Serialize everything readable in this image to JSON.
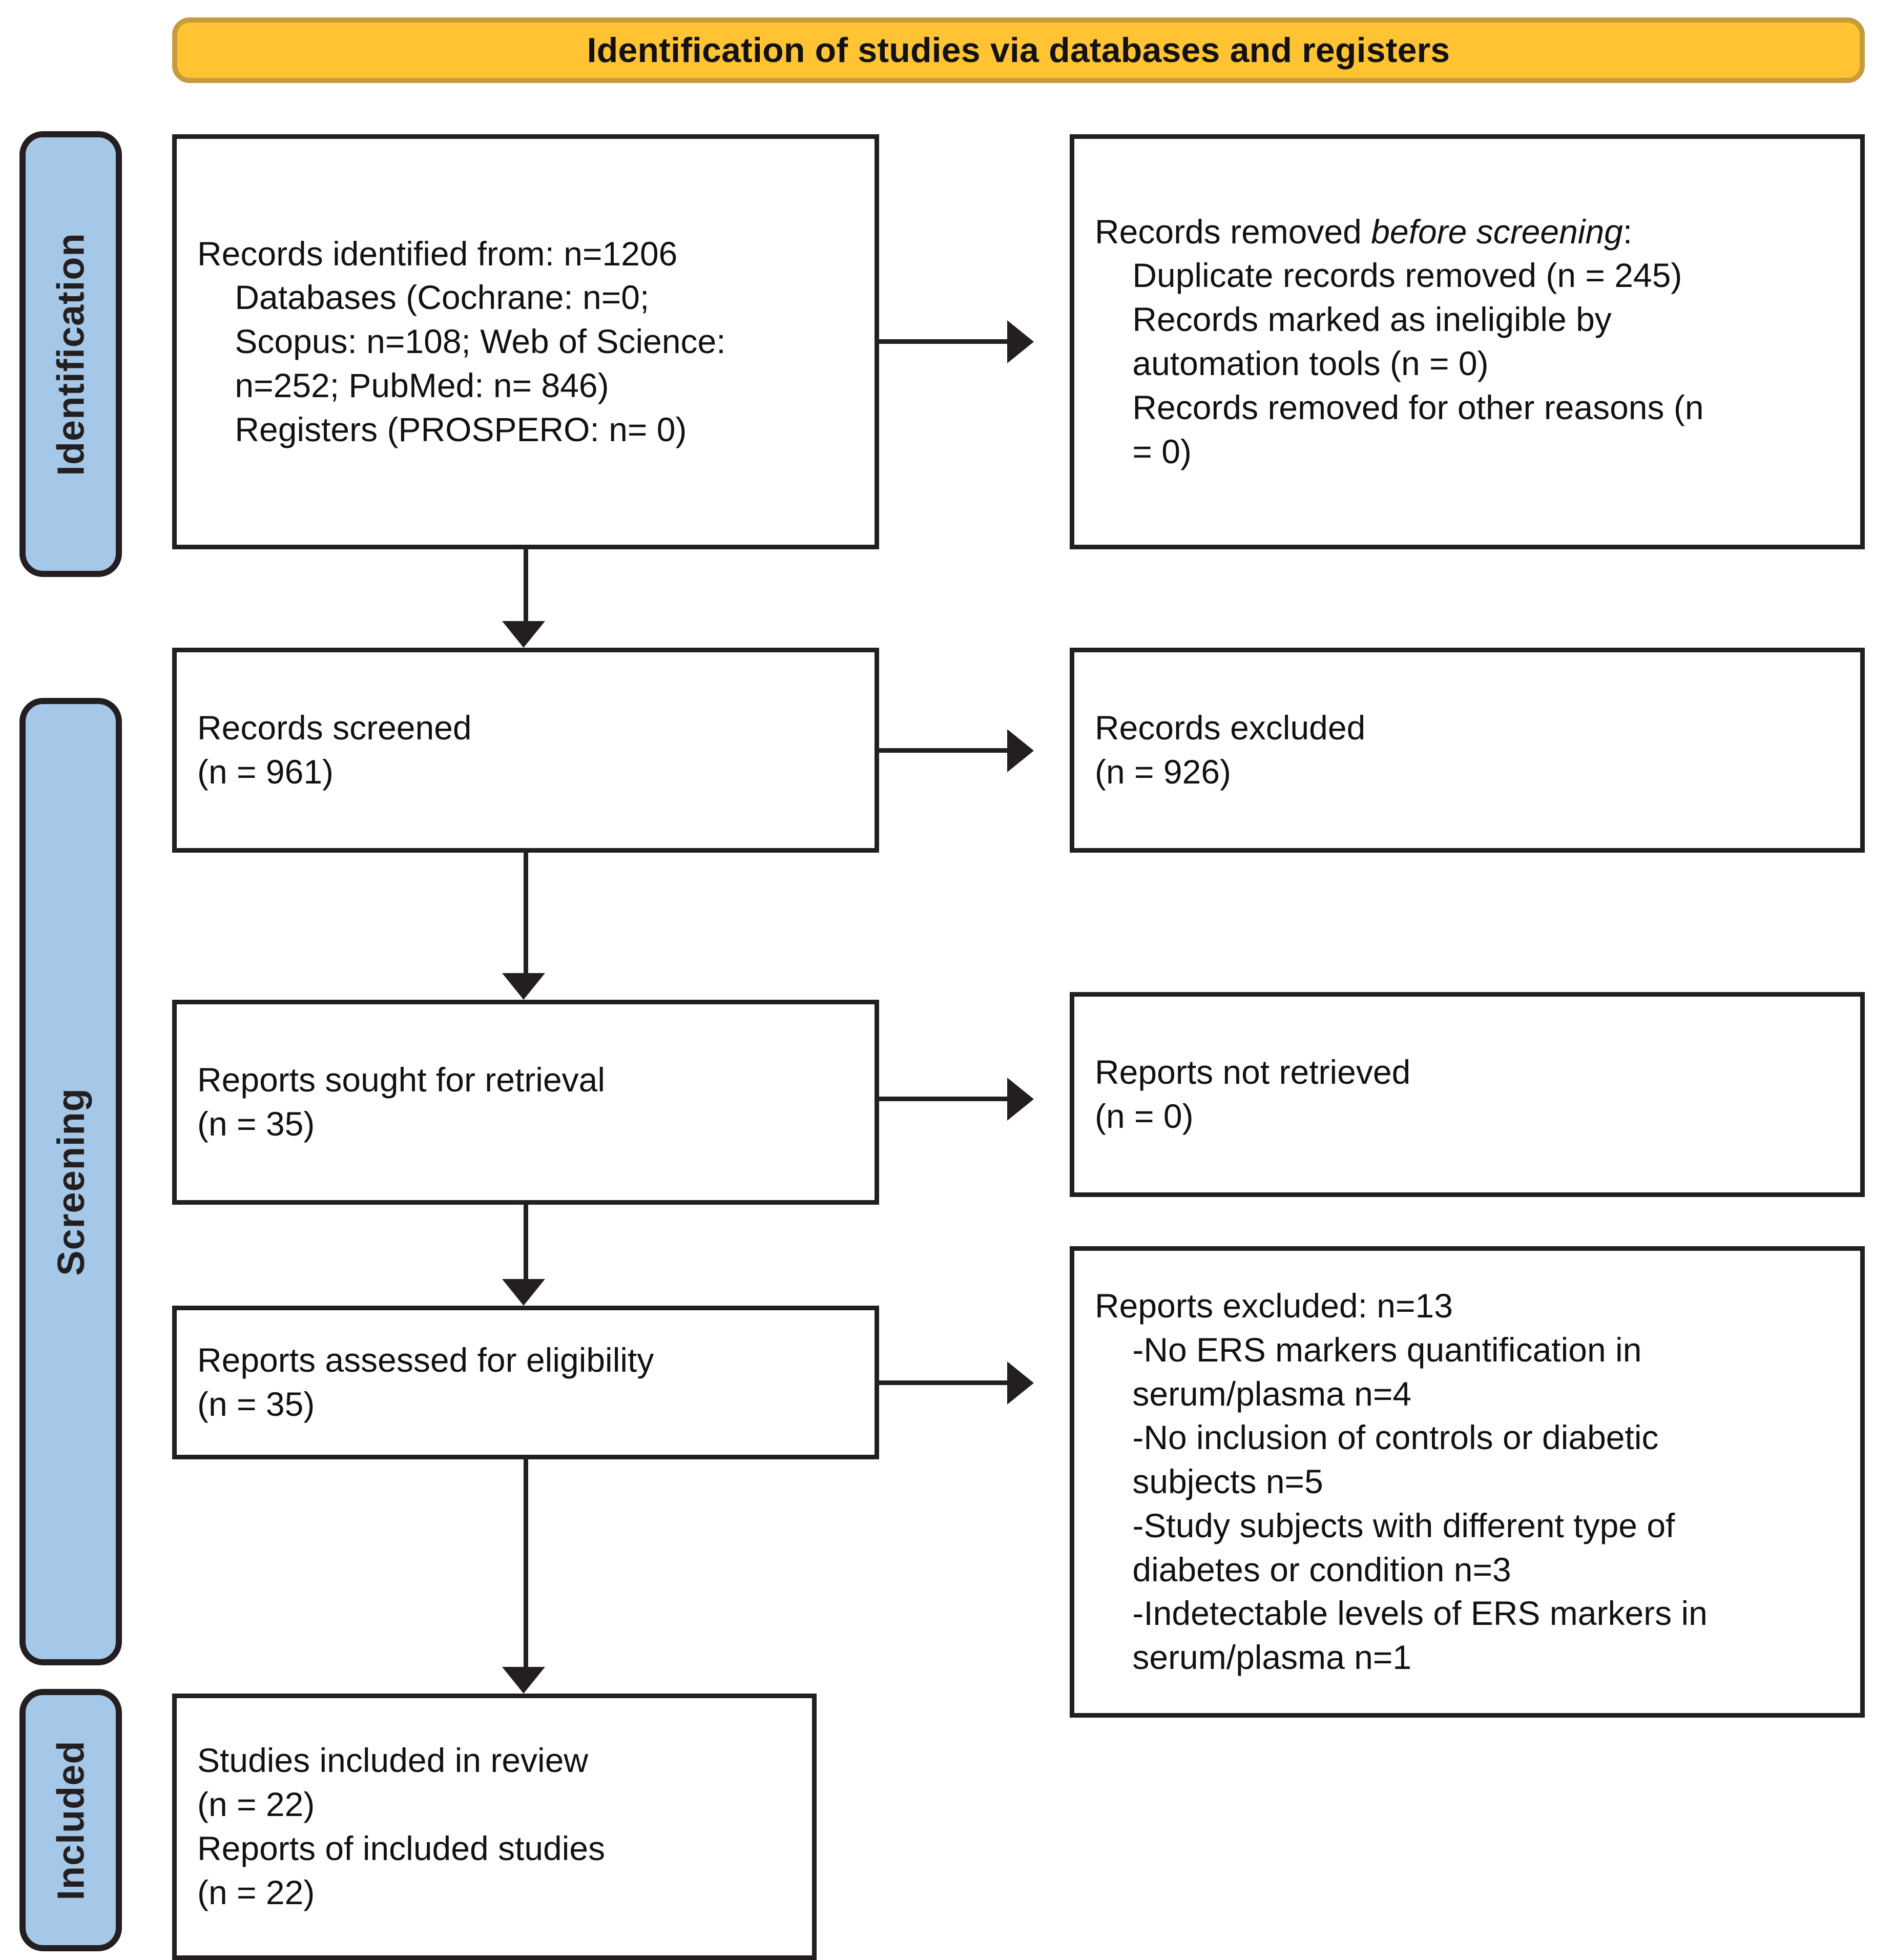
{
  "banner": {
    "title": "Identification of studies via databases and registers"
  },
  "stages": [
    {
      "id": "identification",
      "label": "Identification"
    },
    {
      "id": "screening",
      "label": "Screening"
    },
    {
      "id": "included",
      "label": "Included"
    }
  ],
  "boxes": {
    "records_identified": {
      "text": "Records identified from: n=1206\n    Databases (Cochrane: n=0;\n    Scopus: n=108; Web of Science:\n    n=252; PubMed: n= 846)\n    Registers (PROSPERO: n= 0)"
    },
    "records_removed": {
      "line1_prefix": "Records removed ",
      "line1_italic": "before screening",
      "line1_suffix": ":",
      "rest": "\n    Duplicate records removed (n = 245)\n    Records marked as ineligible by\n    automation tools (n = 0)\n    Records removed for other reasons (n\n    = 0)"
    },
    "records_screened": {
      "text": "Records screened\n(n = 961)"
    },
    "records_excluded": {
      "text": "Records excluded\n(n = 926)"
    },
    "reports_sought": {
      "text": "Reports sought for retrieval\n(n = 35)"
    },
    "reports_not_retrieved": {
      "text": "Reports not retrieved\n(n = 0)"
    },
    "reports_assessed": {
      "text": "Reports assessed for eligibility\n(n = 35)"
    },
    "reports_excluded": {
      "text": "Reports excluded: n=13\n    -No ERS markers quantification in\n    serum/plasma n=4\n    -No inclusion of controls or diabetic\n    subjects n=5\n    -Study subjects with different type of\n    diabetes or condition n=3\n    -Indetectable levels of ERS markers in\n    serum/plasma n=1"
    },
    "studies_included": {
      "text": "Studies included in review\n(n = 22)\nReports of included studies\n(n = 22)"
    }
  },
  "colors": {
    "banner_fill": "#FFC333",
    "banner_border": "#C79A3C",
    "stage_fill": "#A5C8E8",
    "stroke": "#231F20",
    "box_fill": "#FFFFFF"
  }
}
